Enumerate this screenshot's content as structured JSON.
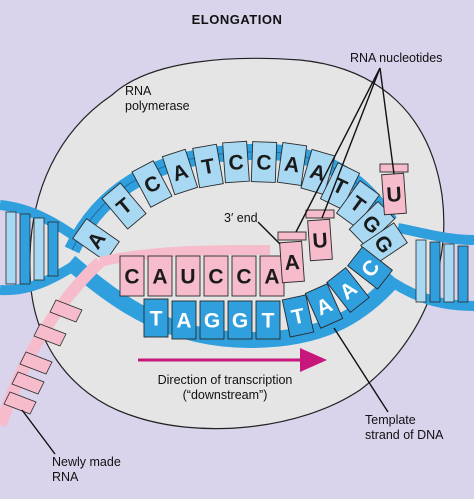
{
  "title": "ELONGATION",
  "labels": {
    "polymerase_line1": "RNA",
    "polymerase_line2": "polymerase",
    "rna_nucleotides": "RNA nucleotides",
    "three_prime_end": "3′ end",
    "direction_line1": "Direction of transcription",
    "direction_line2": "(“downstream”)",
    "template_line1": "Template",
    "template_line2": "strand of DNA",
    "newly_made_line1": "Newly made",
    "newly_made_line2": "RNA"
  },
  "bases": {
    "coding_strand": [
      "A",
      "T",
      "C",
      "A",
      "T",
      "C",
      "C",
      "A",
      "A",
      "T",
      "T",
      "G",
      "G"
    ],
    "rna_strand": [
      "C",
      "A",
      "U",
      "C",
      "C",
      "A"
    ],
    "template_strand": [
      "T",
      "A",
      "G",
      "G",
      "T",
      "T",
      "A",
      "A",
      "C"
    ],
    "incoming_nucleotides": [
      "A",
      "U",
      "U"
    ]
  },
  "colors": {
    "background": "#d9d3ec",
    "polymerase": "#e5e5e5",
    "dna_light": "#a9d8f2",
    "dna_dark": "#2f9fde",
    "rna": "#f6bccb",
    "arrow": "#c8177a"
  }
}
